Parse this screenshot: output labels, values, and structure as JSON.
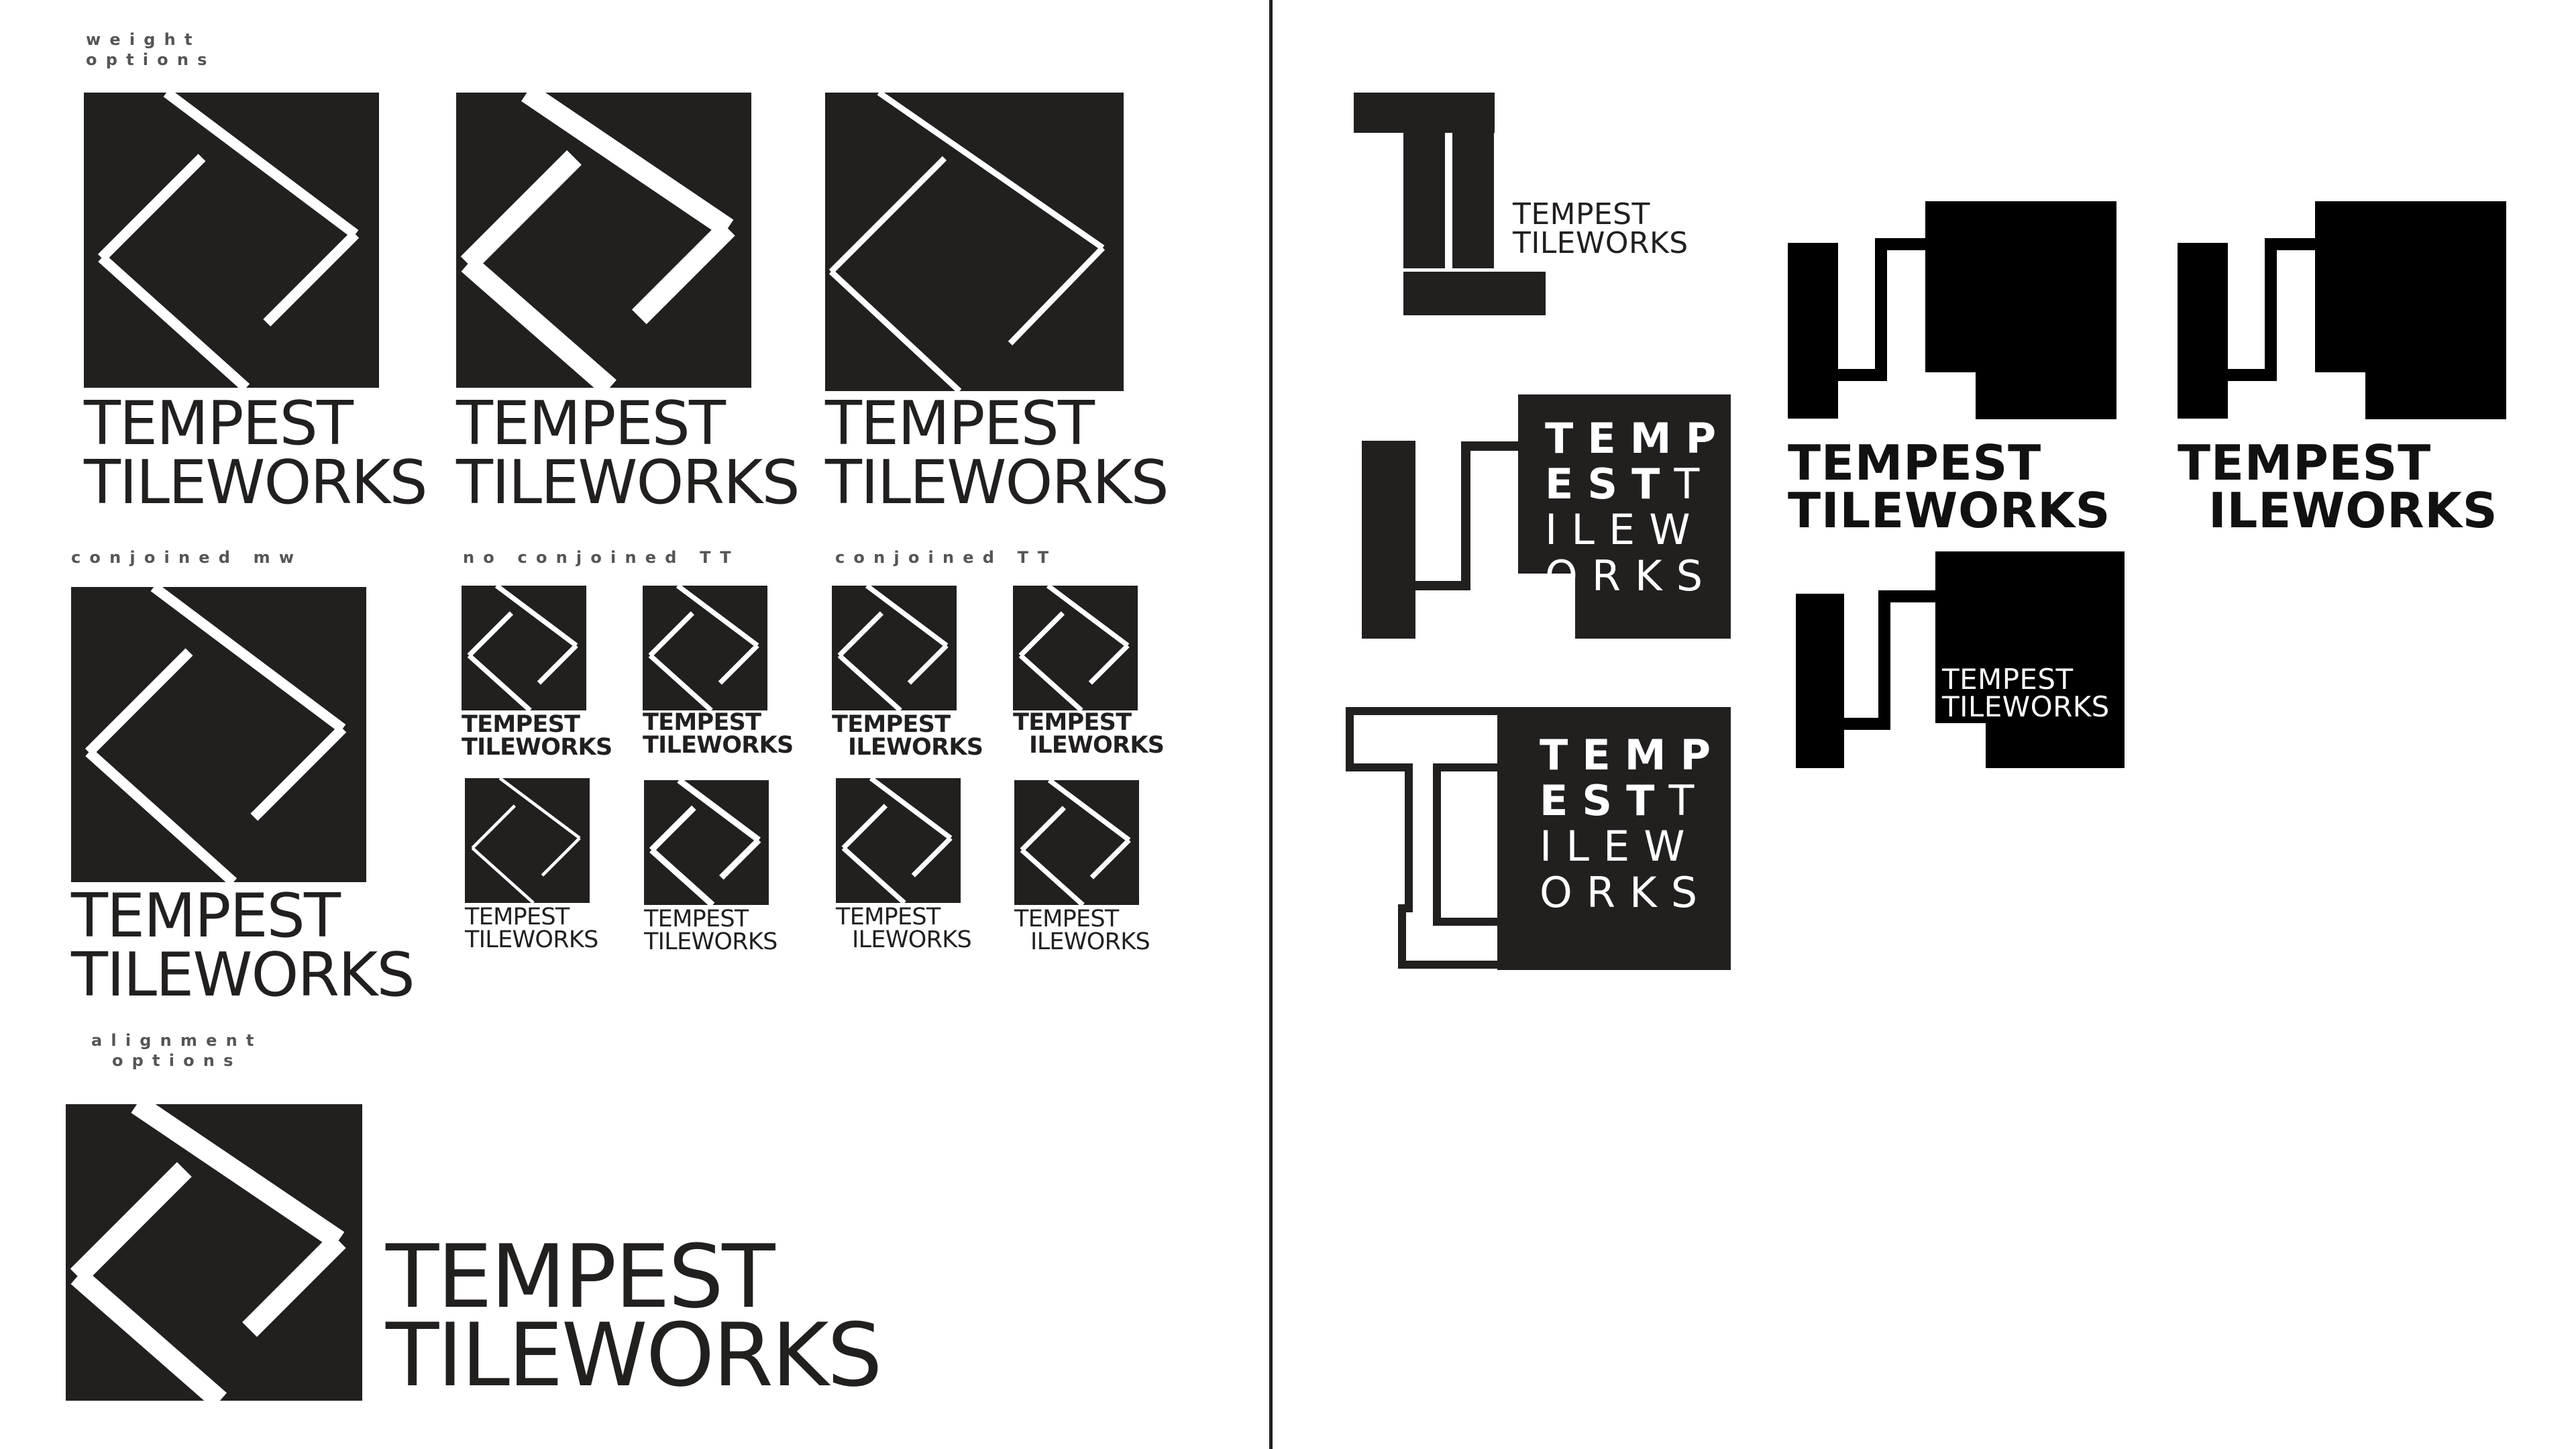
{
  "labels": {
    "weight": [
      "weight",
      "options"
    ],
    "conjoined_mw": "conjoined mw",
    "no_conjoined_tt": "no conjoined TT",
    "conjoined_tt": "conjoined TT",
    "alignment": [
      "alignment",
      "options"
    ]
  },
  "wordmark": {
    "line1": "TEMPEST",
    "line2": "TILEWORKS",
    "line2_conjoined": "ILEWORKS",
    "line1_conjoined": "EMPEST"
  },
  "stacked": {
    "row1": "TEMP",
    "row2_bold": "EST",
    "row2_t": "T",
    "row3": "ILEW",
    "row4": "ORKS"
  },
  "colors": {
    "ink": "#221f1f",
    "background": "#ffffff",
    "label": "#555555"
  }
}
